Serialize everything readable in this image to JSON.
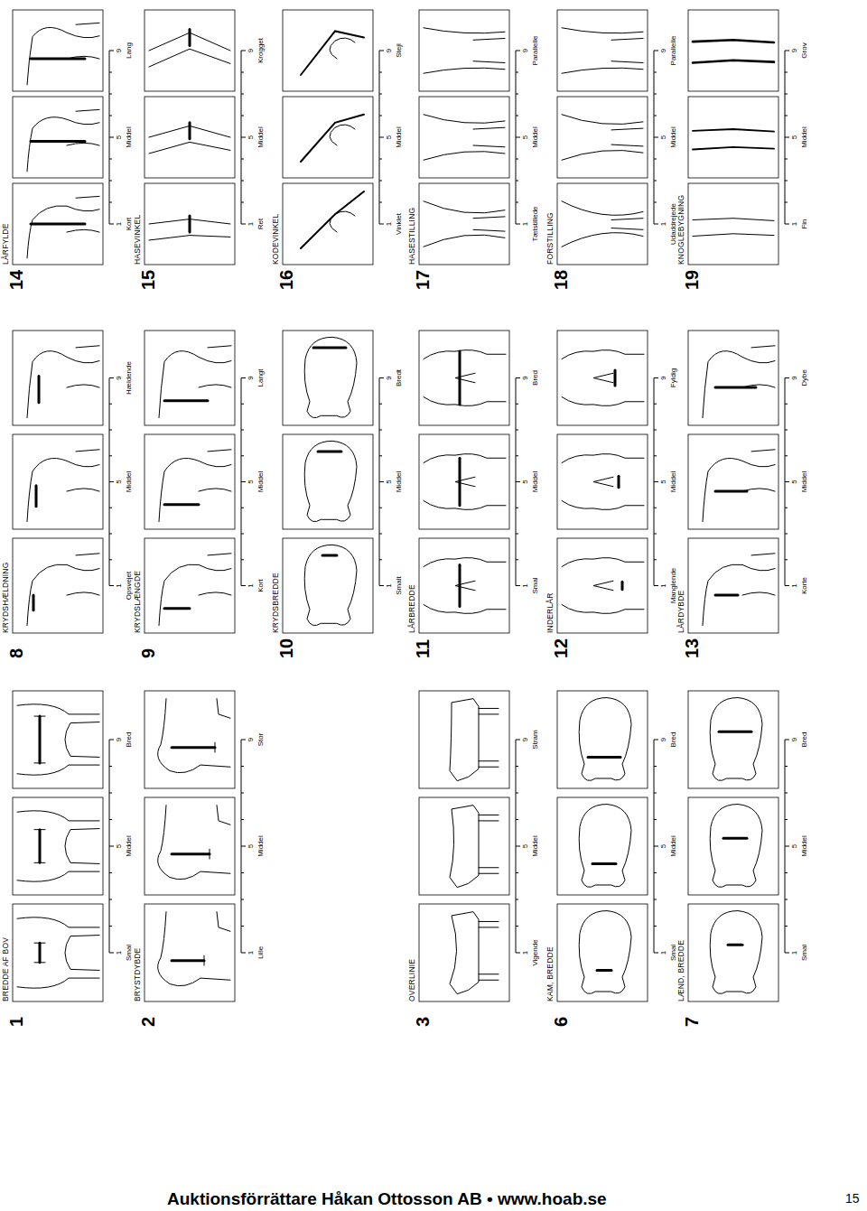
{
  "diagram": {
    "labels": [
      "1",
      "BREDDE AF BOV",
      "1",
      "Smal",
      "5",
      "Middel",
      "9",
      "Bred",
      "2",
      "BRYSTDYBDE",
      "1",
      "Lille",
      "5",
      "Middel",
      "9",
      "Stor",
      "3",
      "OVERLINIE",
      "1",
      "Vigende",
      "5",
      "Middel",
      "9",
      "Stram",
      "6",
      "KAM, BREDDE",
      "1",
      "Smal",
      "5",
      "Middel",
      "9",
      "Bred",
      "7",
      "LÆND, BREDDE",
      "1",
      "Smal",
      "5",
      "Middel",
      "9",
      "Bred",
      "8",
      "KRYDSHÆLDNING",
      "1",
      "Opsvejet",
      "5",
      "Middel",
      "9",
      "Hældende",
      "9",
      "KRYDSLÆNGDE",
      "1",
      "Kort",
      "5",
      "Middel",
      "9",
      "Langt",
      "10",
      "KRYDSBREDDE",
      "1",
      "Smalt",
      "5",
      "Middel",
      "9",
      "Bredt",
      "11",
      "LÅRBREDDE",
      "1",
      "Smal",
      "5",
      "Middel",
      "9",
      "Bred",
      "12",
      "INDERLÅR",
      "1",
      "Manglende",
      "5",
      "Middel",
      "9",
      "Fyldig",
      "13",
      "LÅRDYBDE",
      "1",
      "Korte",
      "5",
      "Middel",
      "9",
      "Dybe",
      "14",
      "LÅRFYLDE",
      "1",
      "Kort",
      "5",
      "Middel",
      "9",
      "Lang",
      "15",
      "HASEVINKEL",
      "1",
      "Ret",
      "5",
      "Middel",
      "9",
      "Krogget",
      "16",
      "KODEVINKEL",
      "1",
      "Vinklet",
      "5",
      "Middel",
      "9",
      "Stejl",
      "17",
      "HASESTILLING",
      "1",
      "Tætstillede",
      "5",
      "Middel",
      "9",
      "Parallelle",
      "18",
      "FORSTILLING",
      "1",
      "Udaddrejede",
      "5",
      "Middel",
      "9",
      "Parallelle",
      "19",
      "KNOGLEBYGNING",
      "1",
      "Fin",
      "5",
      "Middel",
      "9",
      "Grov",
      "Auktionsförrättare Håkan Ottosson AB • www.hoab.se",
      "15"
    ]
  }
}
